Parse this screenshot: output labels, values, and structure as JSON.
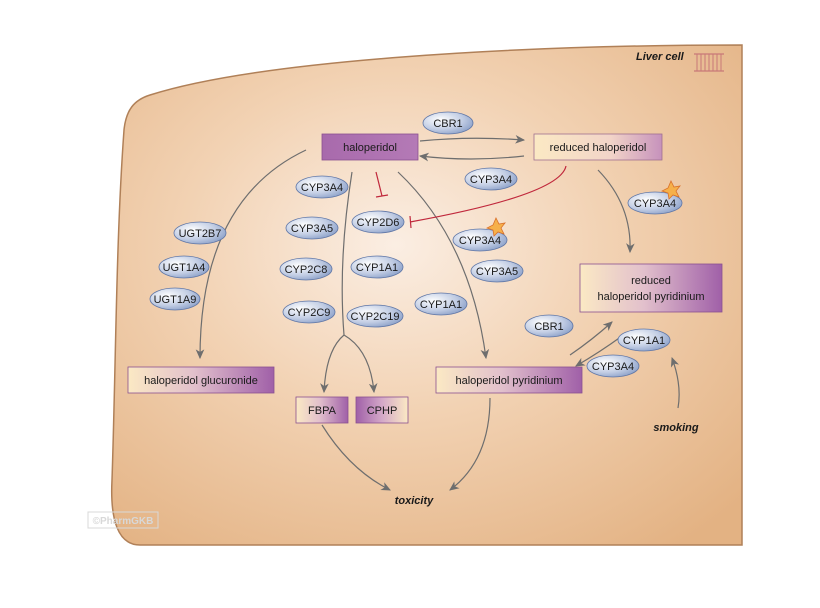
{
  "cell_label": "Liver cell",
  "watermark": "©PharmGKB",
  "compounds": {
    "haloperidol": "haloperidol",
    "reduced_haloperidol": "reduced haloperidol",
    "reduced_pyridinium_line1": "reduced",
    "reduced_pyridinium_line2": "haloperidol pyridinium",
    "glucuronide": "haloperidol glucuronide",
    "pyridinium": "haloperidol pyridinium",
    "fbpa": "FBPA",
    "cphp": "CPHP"
  },
  "outcomes": {
    "toxicity": "toxicity",
    "smoking": "smoking"
  },
  "enzymes": {
    "cbr1_top": "CBR1",
    "cyp3a4_reverse": "CYP3A4",
    "cyp3a4_right_star": "CYP3A4",
    "cyp3a4_mid": "CYP3A4",
    "cyp3a5_mid": "CYP3A5",
    "cyp1a1_mid": "CYP1A1",
    "cbr1_lower": "CBR1",
    "cyp1a1_right": "CYP1A1",
    "cyp3a4_lower": "CYP3A4",
    "ugt2b7": "UGT2B7",
    "ugt1a4": "UGT1A4",
    "ugt1a9": "UGT1A9",
    "cyp3a4_left": "CYP3A4",
    "cyp3a5_left": "CYP3A5",
    "cyp2c8": "CYP2C8",
    "cyp2c9": "CYP2C9",
    "cyp2d6": "CYP2D6",
    "cyp1a1_left": "CYP1A1",
    "cyp2c19": "CYP2C19"
  },
  "colors": {
    "cell_fill": "#e8b98a",
    "cell_stroke": "#b08058",
    "arrow": "#6e6e6e",
    "inhibit": "#c0283c",
    "purple": "#a564a8",
    "light_yellow": "#fbe9c4",
    "enzyme_blue": "#8aa0c8",
    "star": "#f4a23c"
  }
}
